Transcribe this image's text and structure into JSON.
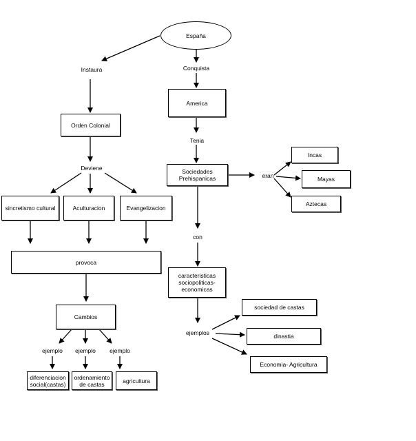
{
  "nodes": {
    "espana": "España",
    "america": "America",
    "sociedades": "Sociedades Prehispanicas",
    "incas": "Incas",
    "mayas": "Mayas",
    "aztecas": "Aztecas",
    "caracteristicas": "caracteristicas sociopoliticas-economicas",
    "sociedad_castas": "sociedad de castas",
    "dinastia": "dinastia",
    "economia": "Economia- Agricultura",
    "orden_colonial": "Orden Colonial",
    "sincretismo": "sincretismo cultural",
    "aculturacion": "Aculturacion",
    "evangelizacion": "Evangelizacion",
    "provoca": "provoca",
    "cambios": "Cambios",
    "diferenciacion": "diferenciacion social(castas)",
    "ordenamiento": "ordenamiento de castas",
    "agricultura": "agricultura"
  },
  "links": {
    "instaura": "Instaura",
    "conquista": "Conquista",
    "tenia": "Tenia",
    "eran": "eran",
    "con": "con",
    "ejemplos": "ejemplos",
    "deviene": "Deviene",
    "ejemplo_1": "ejemplo",
    "ejemplo_2": "ejemplo",
    "ejemplo_3": "ejemplo"
  }
}
